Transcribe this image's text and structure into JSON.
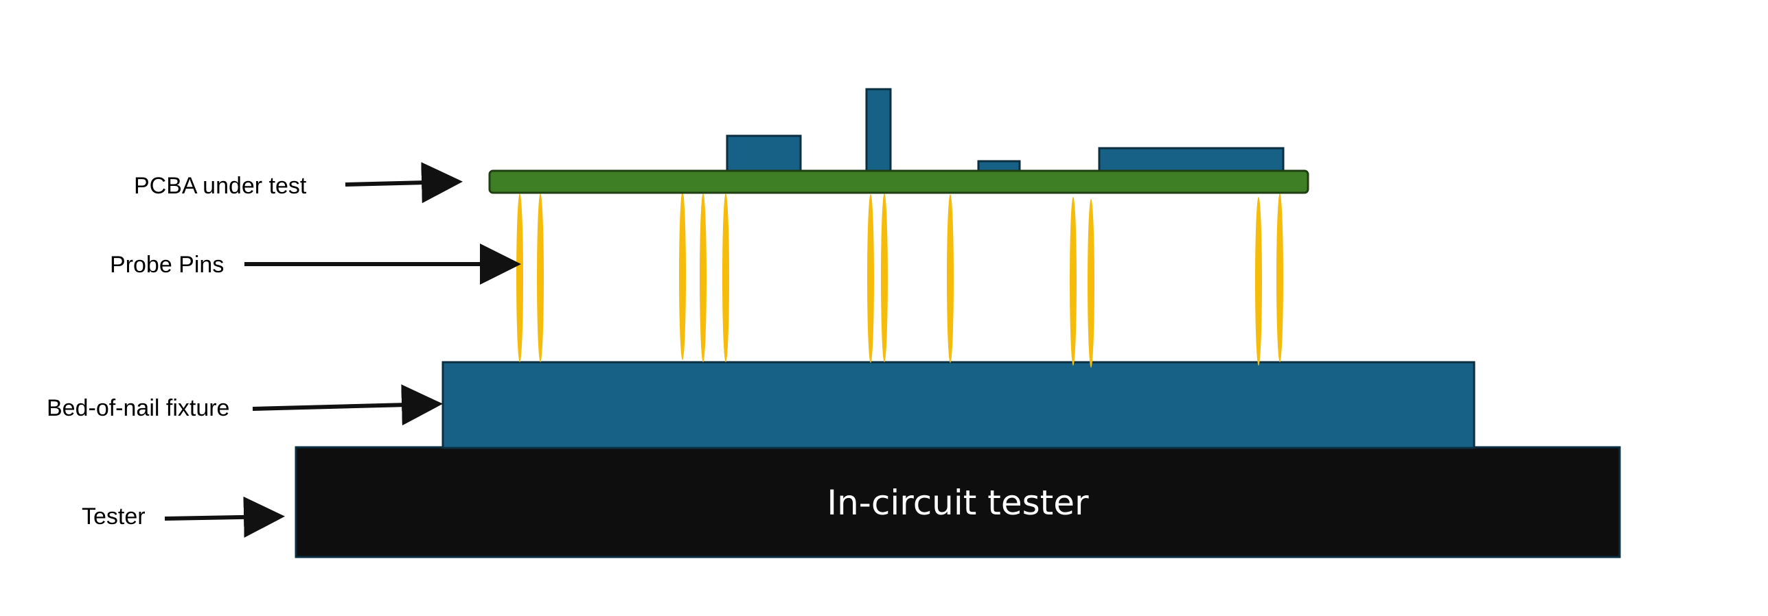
{
  "labels": {
    "pcba": "PCBA under test",
    "probe_pins": "Probe Pins",
    "fixture": "Bed-of-nail fixture",
    "tester": "Tester"
  },
  "tester_text": "In-circuit tester",
  "colors": {
    "pcb": "#3e7f26",
    "pcb_border": "#1f3f12",
    "component": "#176186",
    "fixture": "#176186",
    "tester": "#0e0e0e",
    "probe": "#f5bc0b",
    "arrow": "#111111"
  },
  "icons": [
    "arrow-right-icon"
  ]
}
